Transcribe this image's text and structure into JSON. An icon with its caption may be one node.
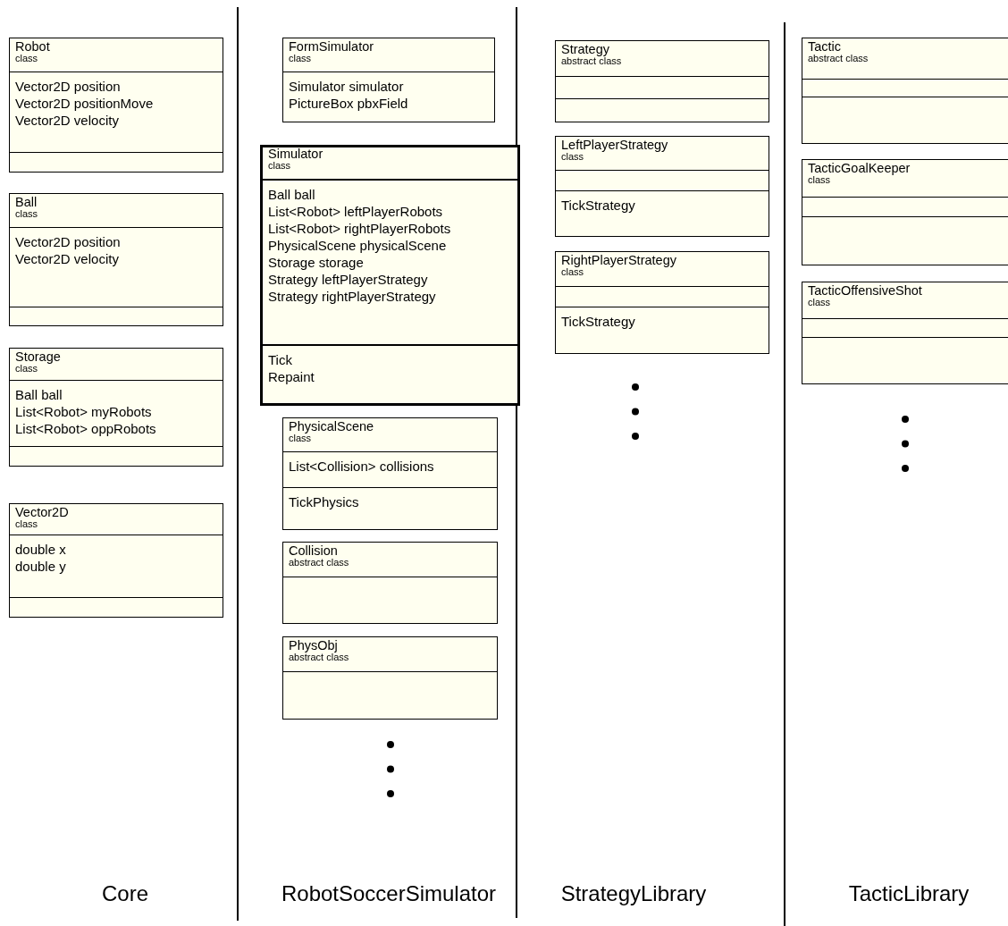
{
  "diagram": {
    "nodes": [
      {
        "text": [
          "Robot",
          "class",
          "Vector2D position",
          "Vector2D positionMove",
          "Vector2D velocity"
        ]
      },
      {
        "text": [
          "Ball",
          "class",
          "Vector2D position",
          "Vector2D velocity"
        ]
      },
      {
        "text": [
          "Storage",
          "class",
          "Ball ball",
          "List<Robot> myRobots",
          "List<Robot> oppRobots"
        ]
      },
      {
        "text": [
          "Vector2D",
          "class",
          "double x",
          "double y"
        ]
      },
      {
        "text": [
          "FormSimulator",
          "class",
          "Simulator simulator",
          "PictureBox pbxField"
        ]
      },
      {
        "text": [
          "Simulator",
          "class",
          "Ball ball",
          "List<Robot> leftPlayerRobots",
          "List<Robot> rightPlayerRobots",
          "PhysicalScene physicalScene",
          "Storage storage",
          "Strategy leftPlayerStrategy",
          "Strategy rightPlayerStrategy",
          "Tick",
          "Repaint"
        ]
      },
      {
        "text": [
          "PhysicalScene",
          "class",
          "List<Collision> collisions",
          "TickPhysics"
        ]
      },
      {
        "text": [
          "Collision",
          "abstract class"
        ]
      },
      {
        "text": [
          "PhysObj",
          "abstract class"
        ]
      },
      {
        "text": [
          "Strategy",
          "abstract class"
        ]
      },
      {
        "text": [
          "LeftPlayerStrategy",
          "class",
          "TickStrategy"
        ]
      },
      {
        "text": [
          "RightPlayerStrategy",
          "class",
          "TickStrategy"
        ]
      },
      {
        "text": [
          "Tactic",
          "abstract class"
        ]
      },
      {
        "text": [
          "TacticGoalKeeper",
          "class"
        ]
      },
      {
        "text": [
          "TacticOffensiveShot",
          "class"
        ]
      }
    ],
    "labels": [
      "Core",
      "RobotSoccerSimulator",
      "StrategyLibrary",
      "TacticLibrary"
    ]
  }
}
